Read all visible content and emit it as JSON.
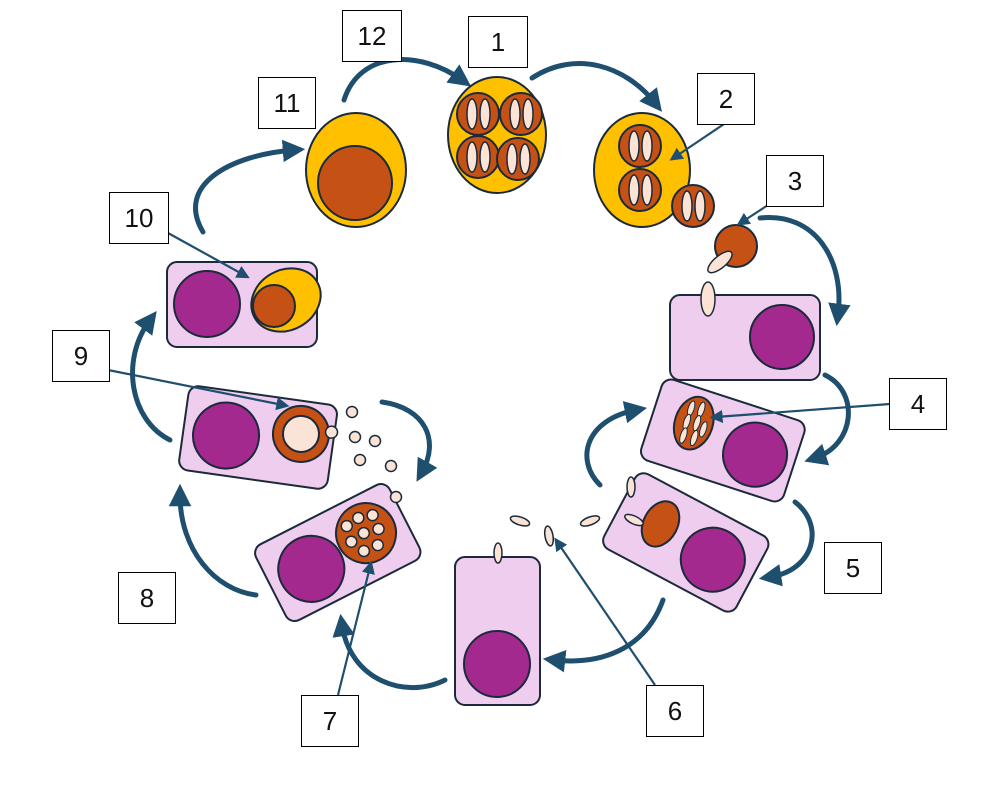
{
  "labels": {
    "l1": "1",
    "l2": "2",
    "l3": "3",
    "l4": "4",
    "l5": "5",
    "l6": "6",
    "l7": "7",
    "l8": "8",
    "l9": "9",
    "l10": "10",
    "l11": "11",
    "l12": "12"
  },
  "colors": {
    "host_cell": "#efcdee",
    "nucleus": "#a3298f",
    "sporocyst": "#c65114",
    "oocyst_wall": "#ffc000",
    "sporozoite": "#fbe4d5",
    "arrow": "#1f4f6e",
    "outline": "#1b2a3a"
  }
}
